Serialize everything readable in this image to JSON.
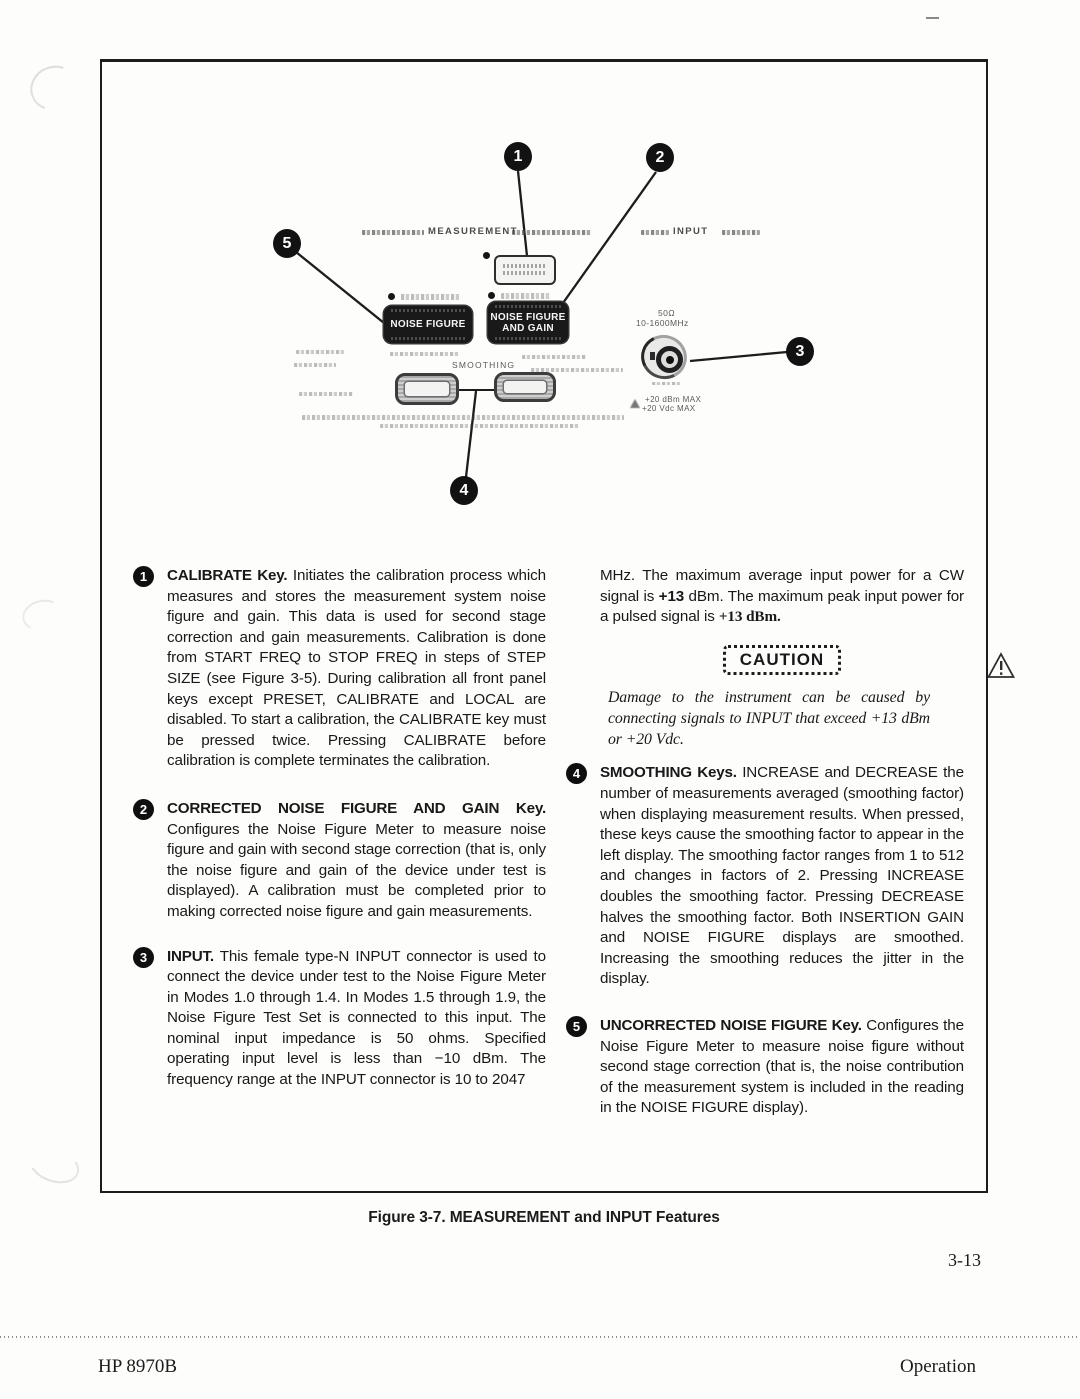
{
  "page": {
    "figure_caption": "Figure 3-7.  MEASUREMENT and INPUT Features",
    "page_number": "3-13",
    "footer_left": "HP 8970B",
    "footer_right": "Operation"
  },
  "diagram": {
    "panel_header_left": "MEASUREMENT",
    "panel_header_right": "INPUT",
    "smoothing_label": "SMOOTHING",
    "noise_figure_button": "NOISE FIGURE",
    "noise_figure_gain_line1": "NOISE FIGURE",
    "noise_figure_gain_line2": "AND GAIN",
    "connector_impedance": "50Ω",
    "connector_range": "10-1600MHz",
    "connector_max_power": "+20 dBm MAX",
    "connector_max_voltage": "+20 Vdc MAX",
    "callouts": [
      "1",
      "2",
      "3",
      "4",
      "5"
    ]
  },
  "items": [
    {
      "num": "1",
      "title": "CALIBRATE Key.",
      "body": "Initiates the calibration process which measures and stores the measurement system noise figure and gain. This data is used for second stage correction and gain measurements. Calibration is done from START FREQ to STOP FREQ in steps of STEP SIZE (see Figure 3-5). During calibration all front panel keys except PRESET, CALIBRATE and LOCAL are disabled. To start a calibration, the CALIBRATE key must be pressed twice. Pressing CALIBRATE before calibration is complete terminates the calibration."
    },
    {
      "num": "2",
      "title": "CORRECTED NOISE FIGURE AND GAIN Key.",
      "body": "Configures the Noise Figure Meter to measure noise figure and gain with second stage correction (that is, only the noise figure and gain of the device under test is displayed). A calibration must be completed prior to making corrected noise figure and gain measurements."
    },
    {
      "num": "3",
      "title": "INPUT.",
      "body": "This female type-N INPUT connector is used to connect the device under test to the Noise Figure Meter in Modes 1.0 through 1.4. In Modes 1.5 through 1.9, the Noise Figure Test Set is connected to this input. The nominal input impedance is 50 ohms. Specified operating input level is less than −10 dBm. The frequency range at the INPUT connector is 10 to 2047"
    },
    {
      "num": "4",
      "title": "SMOOTHING Keys.",
      "body": "INCREASE and DECREASE the number of measurements averaged (smoothing factor) when displaying measurement results. When pressed, these keys cause the smoothing factor to appear in the left display. The smoothing factor ranges from 1 to 512 and changes in factors of 2. Pressing INCREASE doubles the smoothing factor. Pressing DECREASE halves the smoothing factor. Both INSERTION GAIN and NOISE FIGURE displays are smoothed. Increasing the smoothing reduces the jitter in the display."
    },
    {
      "num": "5",
      "title": "UNCORRECTED NOISE FIGURE Key.",
      "body": "Configures the Noise Figure Meter to measure noise figure without second stage correction (that is, the noise contribution of the measurement system is included in the reading in the NOISE FIGURE display)."
    }
  ],
  "right_column": {
    "cont_t1": "MHz. The maximum average input power for a CW signal is ",
    "cont_b1": "+13",
    "cont_t2": " dBm. The maximum peak input power for a pulsed signal is ",
    "cont_b2": "+13 dBm.",
    "caution_label": "CAUTION",
    "caution_text": "Damage to the instrument can be caused by connecting signals to INPUT that exceed +13 dBm or +20 Vdc."
  }
}
